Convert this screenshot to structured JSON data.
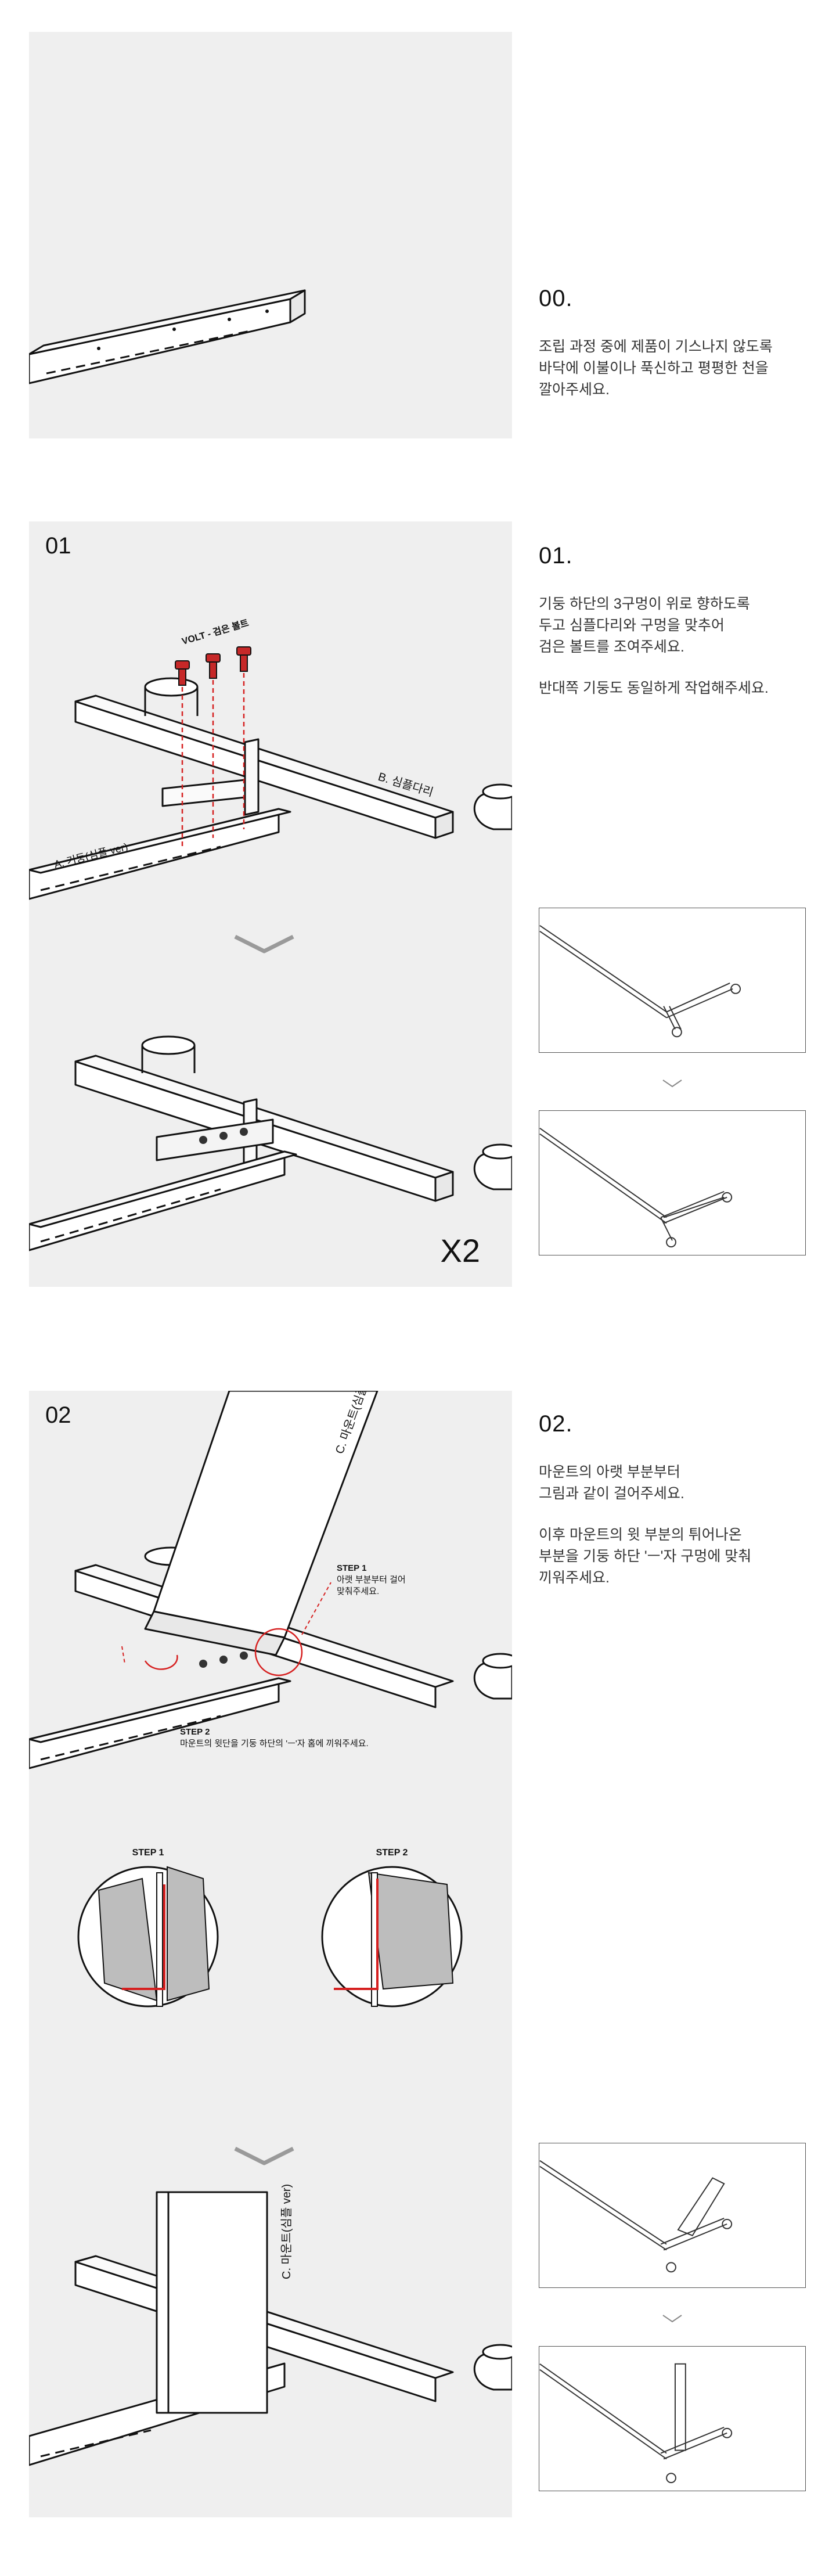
{
  "steps": {
    "s00": {
      "title": "00.",
      "desc": "조립 과정 중에 제품이 기스나지 않도록\n바닥에 이불이나 푹신하고 평평한 천을\n깔아주세요."
    },
    "s01": {
      "panel_number": "01",
      "title": "01.",
      "desc1": "기둥 하단의 3구멍이 위로 향하도록\n두고 심플다리와 구멍을 맞추어\n검은 볼트를 조여주세요.",
      "desc2": "반대쪽 기둥도 동일하게 작업해주세요.",
      "label_bolt": "VOLT - 검은 볼트",
      "label_leg": "B. 심플다리",
      "label_pillar": "A. 기둥(심플 ver)",
      "multiplier": "X2"
    },
    "s02": {
      "panel_number": "02",
      "title": "02.",
      "desc1": "마운트의 아랫 부분부터\n그림과 같이 걸어주세요.",
      "desc2": "이후 마운트의 윗 부분의 튀어나온\n부분을 기둥 하단 'ㅡ'자 구멍에 맞춰\n끼워주세요.",
      "label_mount": "C. 마운트(심플 ver)",
      "step1_title": "STEP 1",
      "step1_text_line1": "아랫 부분부터 걸어",
      "step1_text_line2": "맞춰주세요.",
      "step2_title": "STEP 2",
      "step2_text": "마운트의 윗단을 기둥 하단의 'ㅡ'자 홈에 끼워주세요.",
      "detail_step1": "STEP 1",
      "detail_step2": "STEP 2"
    }
  },
  "colors": {
    "panel_bg": "#efefef",
    "accent_red": "#d62020",
    "line": "#111111",
    "grey_fill": "#bdbdbd"
  },
  "icons": {
    "arrow": "chevron-down-icon"
  }
}
